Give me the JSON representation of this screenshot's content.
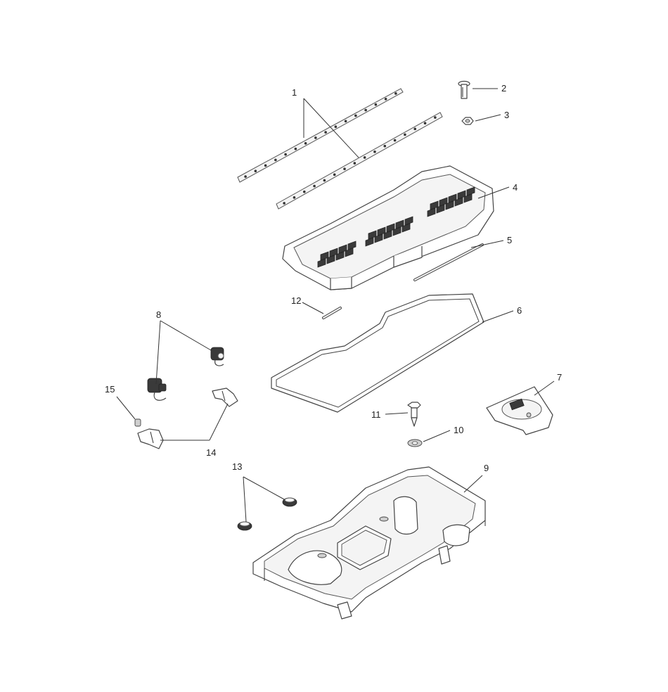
{
  "callouts": [
    {
      "id": "1",
      "label": "1"
    },
    {
      "id": "2",
      "label": "2"
    },
    {
      "id": "3",
      "label": "3"
    },
    {
      "id": "4",
      "label": "4"
    },
    {
      "id": "5",
      "label": "5"
    },
    {
      "id": "6",
      "label": "6"
    },
    {
      "id": "7",
      "label": "7"
    },
    {
      "id": "8",
      "label": "8"
    },
    {
      "id": "9",
      "label": "9"
    },
    {
      "id": "10",
      "label": "10"
    },
    {
      "id": "11",
      "label": "11"
    },
    {
      "id": "12",
      "label": "12"
    },
    {
      "id": "13",
      "label": "13"
    },
    {
      "id": "14",
      "label": "14"
    },
    {
      "id": "15",
      "label": "15"
    }
  ],
  "colors": {
    "line": "#444444",
    "background": "#ffffff",
    "dark_fill": "#3a3a3a"
  }
}
